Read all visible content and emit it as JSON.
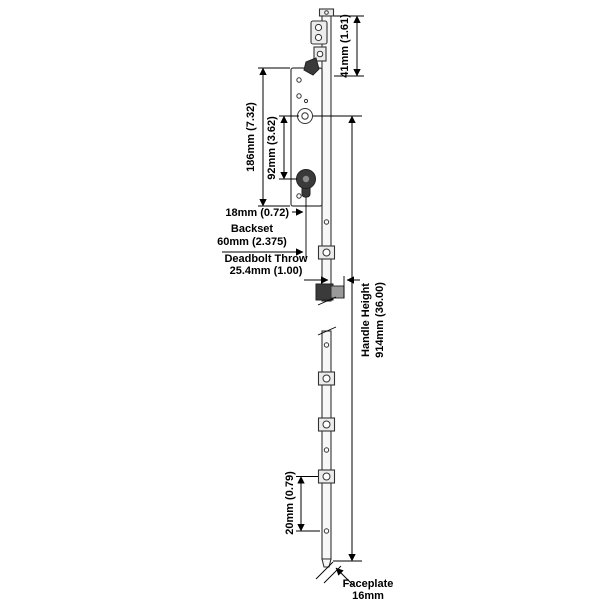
{
  "diagram": {
    "labels": {
      "dim41": "41mm (1.61)",
      "dim186": "186mm (7.32)",
      "dim92": "92mm (3.62)",
      "dim18": "18mm (0.72)",
      "backset1": "Backset",
      "backset2": "60mm (2.375)",
      "deadbolt1": "Deadbolt Throw",
      "deadbolt2": "25.4mm (1.00)",
      "handle1": "Handle Height",
      "handle2": "914mm (36.00)",
      "dim20": "20mm (0.79)",
      "faceplate1": "Faceplate",
      "faceplate2": "16mm"
    },
    "colors": {
      "line": "#000000",
      "metal_light": "#ececec",
      "metal_dark": "#3a3a3a",
      "background": "#ffffff"
    }
  }
}
